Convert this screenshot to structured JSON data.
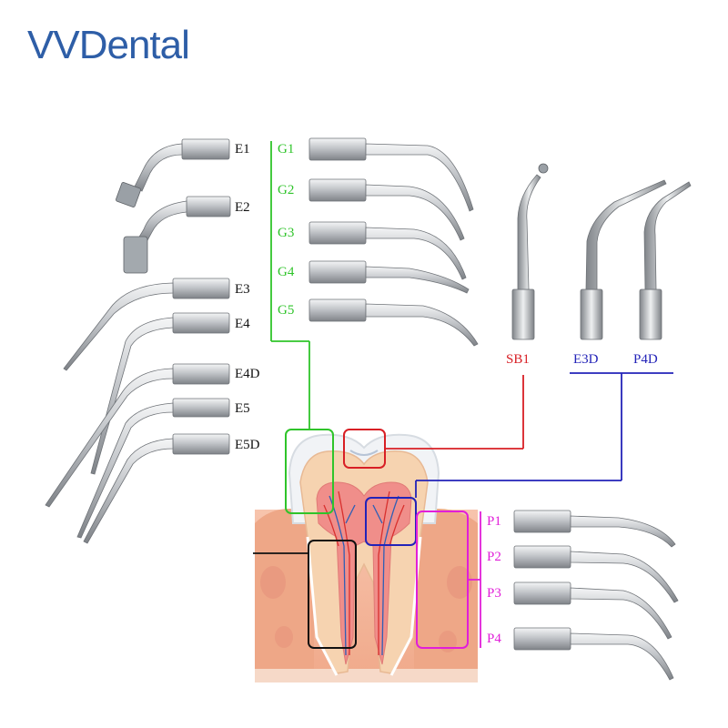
{
  "brand": {
    "name": "VVDental",
    "color": "#2e5ea7"
  },
  "colors": {
    "black": "#111111",
    "green": "#2fc42a",
    "red": "#d81f25",
    "blue": "#2323b8",
    "magenta": "#e11ed9",
    "tip_steel": "#b9bcc1",
    "gum": "#f2b59c",
    "bone": "#f5d3b5",
    "pulp": "#f08e8a"
  },
  "tips": {
    "endo": [
      "E1",
      "E2",
      "E3",
      "E4",
      "E4D",
      "E5",
      "E5D"
    ],
    "scaling": [
      "G1",
      "G2",
      "G3",
      "G4",
      "G5"
    ],
    "special": [
      "SB1",
      "E3D",
      "P4D"
    ],
    "perio": [
      "P1",
      "P2",
      "P3",
      "P4"
    ]
  }
}
